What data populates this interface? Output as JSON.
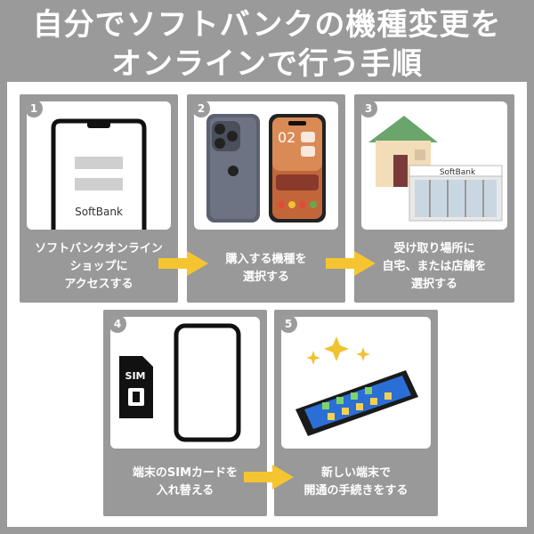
{
  "title": {
    "line1": "自分でソフトバンクの機種変更を",
    "line2": "オンラインで行う手順"
  },
  "steps": [
    {
      "num": "1",
      "lines": [
        "ソフトバンクオンライン",
        "ショップに",
        "アクセスする"
      ],
      "brand": "SoftBank"
    },
    {
      "num": "2",
      "lines": [
        "購入する機種を",
        "選択する"
      ],
      "phone_time": "02"
    },
    {
      "num": "3",
      "lines": [
        "受け取り場所に",
        "自宅、または店舗を",
        "選択する"
      ],
      "brand": "SoftBank"
    },
    {
      "num": "4",
      "lines": [
        "端末のSIMカードを",
        "入れ替える"
      ],
      "sim_label": "SIM"
    },
    {
      "num": "5",
      "lines": [
        "新しい端末で",
        "開通の手続きをする"
      ]
    }
  ],
  "colors": {
    "background": "#9a9a9a",
    "card": "#999999",
    "arrow": "#f5c531"
  }
}
